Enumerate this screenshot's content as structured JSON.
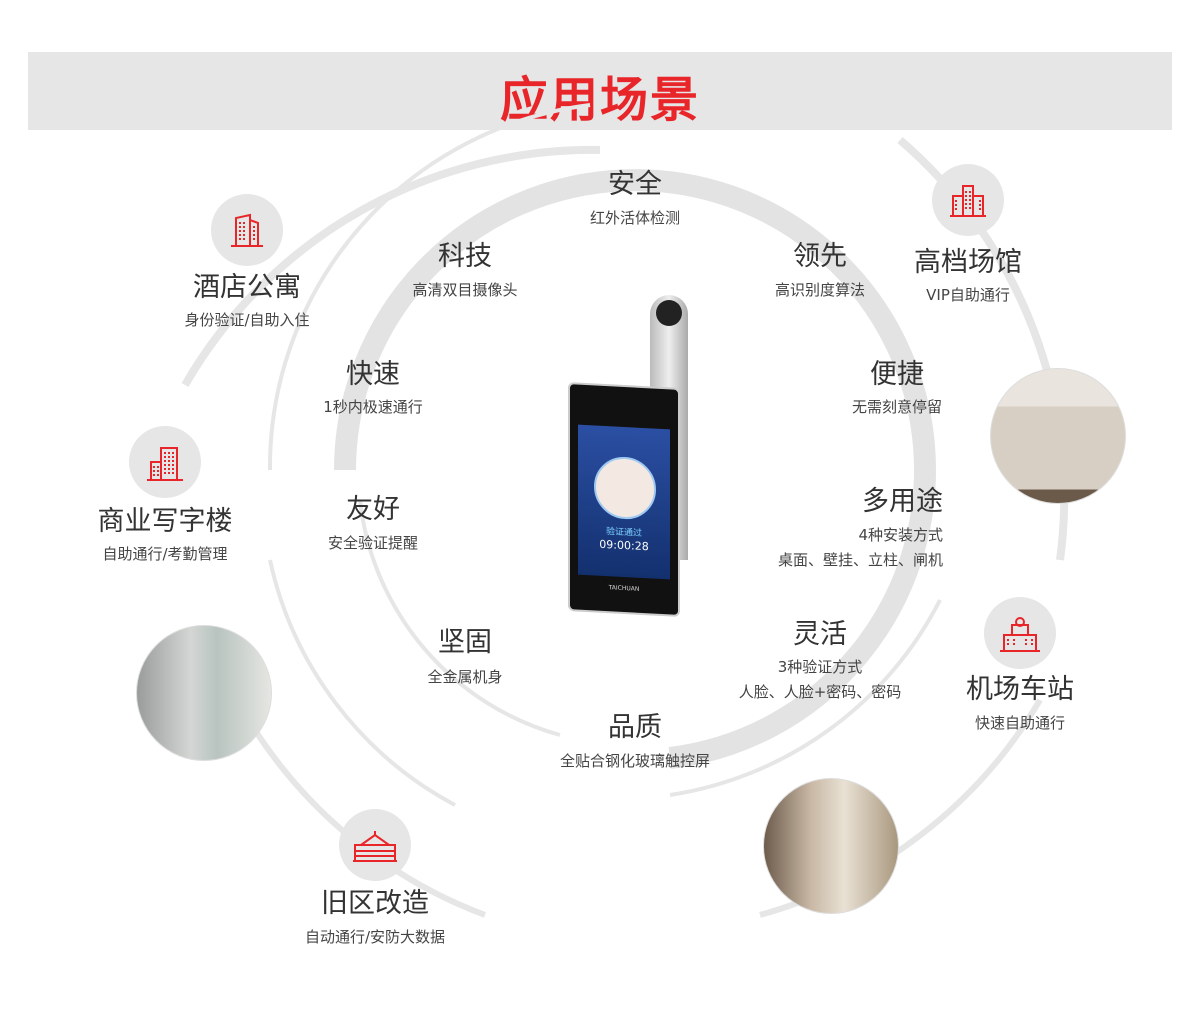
{
  "header": {
    "title": "应用场景"
  },
  "colors": {
    "accent": "#e8262a",
    "banner": "#e6e6e6",
    "arc": "#e4e4e4"
  },
  "features": [
    {
      "title": "安全",
      "desc": [
        "红外活体检测"
      ]
    },
    {
      "title": "科技",
      "desc": [
        "高清双目摄像头"
      ]
    },
    {
      "title": "领先",
      "desc": [
        "高识别度算法"
      ]
    },
    {
      "title": "快速",
      "desc": [
        "1秒内极速通行"
      ]
    },
    {
      "title": "便捷",
      "desc": [
        "无需刻意停留"
      ]
    },
    {
      "title": "友好",
      "desc": [
        "安全验证提醒"
      ]
    },
    {
      "title": "多用途",
      "desc": [
        "4种安装方式",
        "桌面、壁挂、立柱、闸机"
      ]
    },
    {
      "title": "坚固",
      "desc": [
        "全金属机身"
      ]
    },
    {
      "title": "灵活",
      "desc": [
        "3种验证方式",
        "人脸、人脸+密码、密码"
      ]
    },
    {
      "title": "品质",
      "desc": [
        "全贴合钢化玻璃触控屏"
      ]
    }
  ],
  "scenarios": [
    {
      "title": "酒店公寓",
      "desc": "身份验证/自助入住",
      "icon": "building-icon"
    },
    {
      "title": "高档场馆",
      "desc": "VIP自助通行",
      "icon": "venue-icon"
    },
    {
      "title": "商业写字楼",
      "desc": "自助通行/考勤管理",
      "icon": "office-tower-icon"
    },
    {
      "title": "机场车站",
      "desc": "快速自助通行",
      "icon": "station-icon"
    },
    {
      "title": "旧区改造",
      "desc": "自动通行/安防大数据",
      "icon": "old-district-icon"
    }
  ],
  "device": {
    "brand": "TAICHUAN",
    "status": "验证通过",
    "time": "09:00:28"
  }
}
